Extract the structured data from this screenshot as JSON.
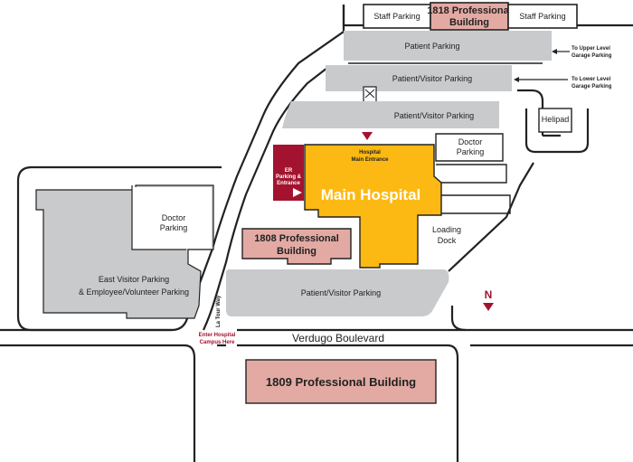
{
  "labels": {
    "staff_parking_left": "Staff Parking",
    "staff_parking_right": "Staff Parking",
    "bld_1818_line1": "1818 Professional",
    "bld_1818_line2": "Building",
    "patient_parking": "Patient Parking",
    "patient_visitor_parking_upper": "Patient/Visitor Parking",
    "patient_visitor_parking_middle": "Patient/Visitor Parking",
    "patient_visitor_parking_lower": "Patient/Visitor Parking",
    "to_upper_line1": "To Upper Level",
    "to_upper_line2": "Garage Parking",
    "to_lower_line1": "To Lower Level",
    "to_lower_line2": "Garage Parking",
    "helipad": "Helipad",
    "doctor_parking_right_line1": "Doctor",
    "doctor_parking_right_line2": "Parking",
    "hospital_main_entrance_line1": "Hospital",
    "hospital_main_entrance_line2": "Main Entrance",
    "er_line1": "ER",
    "er_line2": "Parking &",
    "er_line3": "Entrance",
    "main_hospital": "Main Hospital",
    "doctor_parking_left_line1": "Doctor",
    "doctor_parking_left_line2": "Parking",
    "bld_1808_line1": "1808 Professional",
    "bld_1808_line2": "Building",
    "loading_dock_line1": "Loading",
    "loading_dock_line2": "Dock",
    "east_visitor_line1": "East Visitor Parking",
    "east_visitor_line2": "& Employee/Volunteer Parking",
    "la_tour_way": "La Tour Way",
    "enter_campus_line1": "Enter Hospital",
    "enter_campus_line2": "Campus Here",
    "verdugo_boulevard": "Verdugo Boulevard",
    "bld_1809": "1809 Professional Building",
    "north": "N"
  },
  "colors": {
    "parking_gray": "#c9cacc",
    "professional_building_pink": "#e3aaa3",
    "main_hospital_yellow": "#fdb913",
    "er_red": "#a31330",
    "road_line": "#222222"
  },
  "icons": {
    "north_arrow": "north-arrow-icon",
    "entrance_marker": "triangle-down-icon",
    "er_arrow": "triangle-right-icon",
    "direction_arrows": "arrow-left-icon"
  }
}
